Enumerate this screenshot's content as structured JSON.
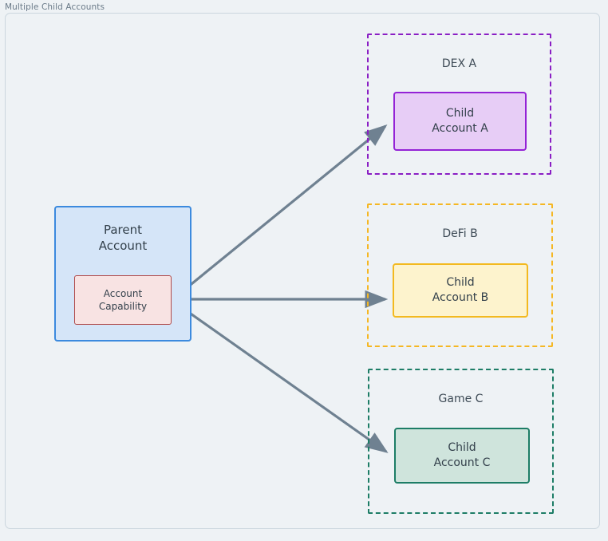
{
  "frame": {
    "title": "Multiple Child Accounts"
  },
  "parent": {
    "title_line1": "Parent",
    "title_line2": "Account",
    "capability_line1": "Account",
    "capability_line2": "Capability"
  },
  "clusters": [
    {
      "label": "DEX A",
      "border_color": "#8a1fc4",
      "child": {
        "line1": "Child",
        "line2": "Account A",
        "fill": "#e7cdf6",
        "border": "#9423d6"
      }
    },
    {
      "label": "DeFi B",
      "border_color": "#f5b723",
      "child": {
        "line1": "Child",
        "line2": "Account B",
        "fill": "#fdf3cd",
        "border": "#f3b91f"
      }
    },
    {
      "label": "Game C",
      "border_color": "#1d7d66",
      "child": {
        "line1": "Child",
        "line2": "Account C",
        "fill": "#cfe4dc",
        "border": "#1d7d66"
      }
    }
  ],
  "edges": {
    "color": "#6f8191",
    "count": 3,
    "from": "Account Capability",
    "to": [
      "Child Account A",
      "Child Account B",
      "Child Account C"
    ]
  },
  "colors": {
    "background": "#eef2f5",
    "frame_border": "#cbd6de",
    "title_text": "#6a7a88",
    "node_text": "#33404b",
    "parent_fill": "#d5e5f8",
    "parent_border": "#3c8ade",
    "capability_fill": "#f8e3e3",
    "capability_border": "#b04a4a"
  }
}
